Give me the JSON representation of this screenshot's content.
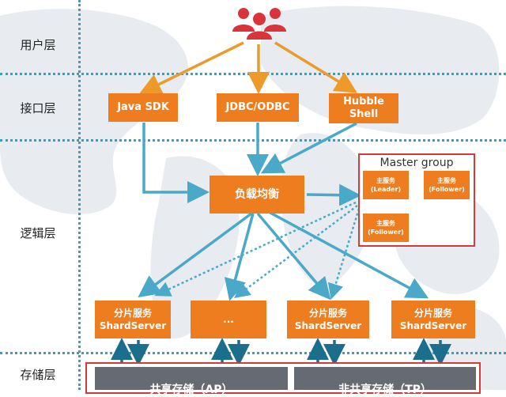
{
  "layers": {
    "user": "用户层",
    "interface": "接口层",
    "logic": "逻辑层",
    "storage": "存储层"
  },
  "interfaces": {
    "java_sdk": "Java SDK",
    "jdbc": "JDBC/ODBC",
    "hubble_line1": "Hubble",
    "hubble_line2": "Shell"
  },
  "load_balancer": "负载均衡",
  "master_group": {
    "title": "Master group",
    "leader_line1": "主服务",
    "leader_line2": "(Leader)",
    "follower1_line1": "主服务",
    "follower1_line2": "(Follower)",
    "follower2_line1": "主服务",
    "follower2_line2": "(Follower)"
  },
  "shards": {
    "s1_line1": "分片服务",
    "s1_line2": "ShardServer",
    "s2_ellipsis": "...",
    "s3_line1": "分片服务",
    "s3_line2": "ShardServer",
    "s4_line1": "分片服务",
    "s4_line2": "ShardServer"
  },
  "storage": {
    "shared": "共享存储（AP）",
    "non_shared": "非共享存储（TP）"
  },
  "icons": {
    "users": "users-icon"
  },
  "colors": {
    "orange": "#ee7d1f",
    "arrow_blue": "#4aa9c9",
    "frame_red": "#d33b3b",
    "dotted_blue": "#3a9fbf",
    "storage_gray": "#666b73",
    "user_red": "#d9343a"
  }
}
